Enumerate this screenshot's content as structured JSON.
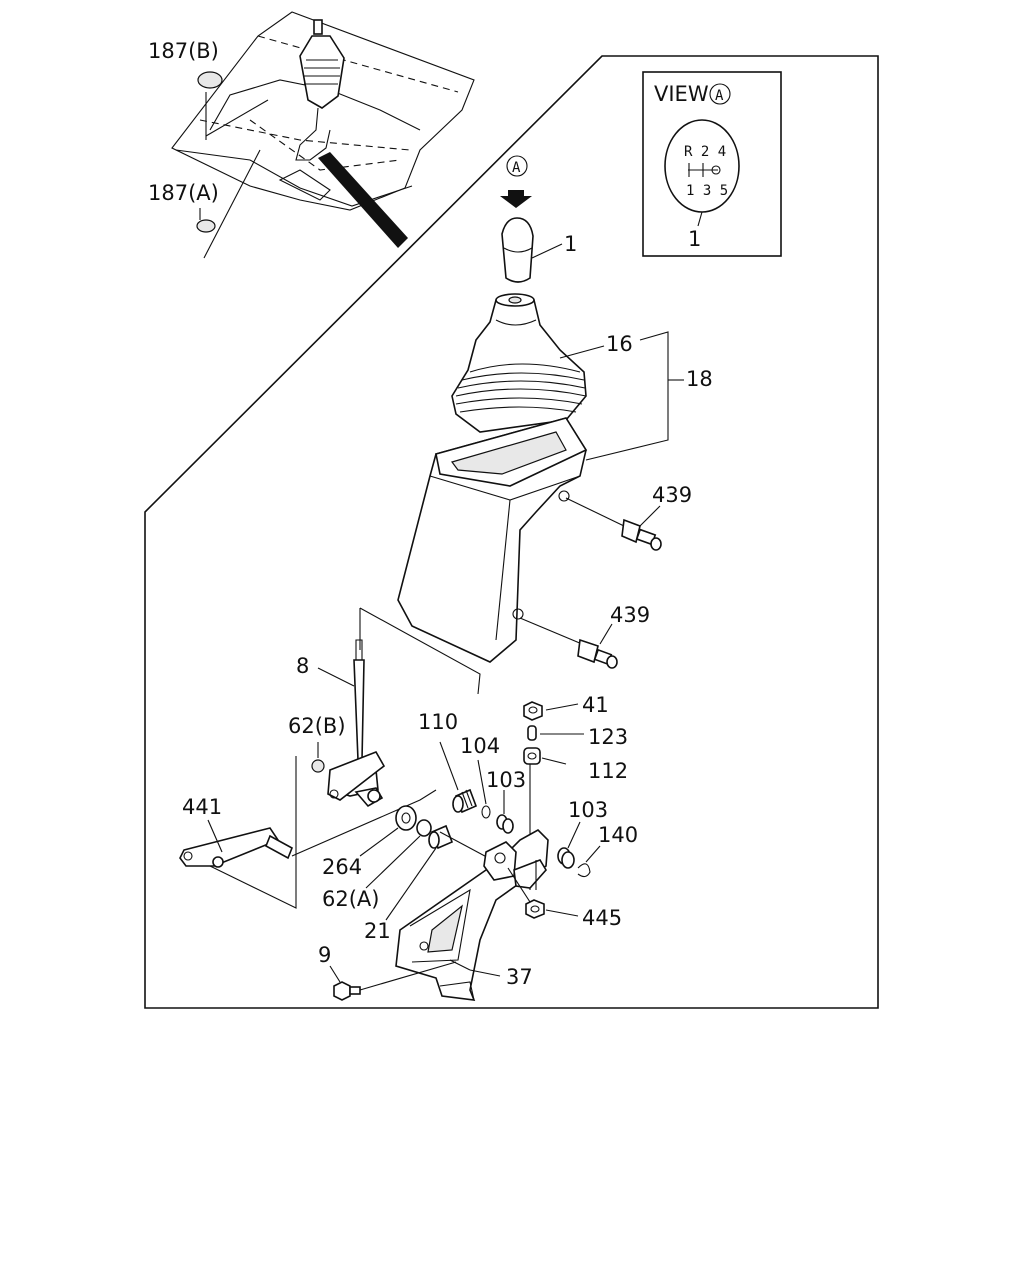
{
  "view_box": {
    "title": "VIEW",
    "marker": "A",
    "pattern_top": "R 2 4",
    "pattern_bottom": "1 3 5",
    "callout": "1"
  },
  "direction_marker": "A",
  "callouts": {
    "c187b": "187(B)",
    "c187a": "187(A)",
    "c1": "1",
    "c16": "16",
    "c18": "18",
    "c439a": "439",
    "c439b": "439",
    "c8": "8",
    "c41": "41",
    "c123": "123",
    "c112": "112",
    "c62b": "62(B)",
    "c110": "110",
    "c104": "104",
    "c103a": "103",
    "c103b": "103",
    "c140": "140",
    "c441": "441",
    "c264": "264",
    "c62a": "62(A)",
    "c21": "21",
    "c445": "445",
    "c9": "9",
    "c37": "37"
  }
}
